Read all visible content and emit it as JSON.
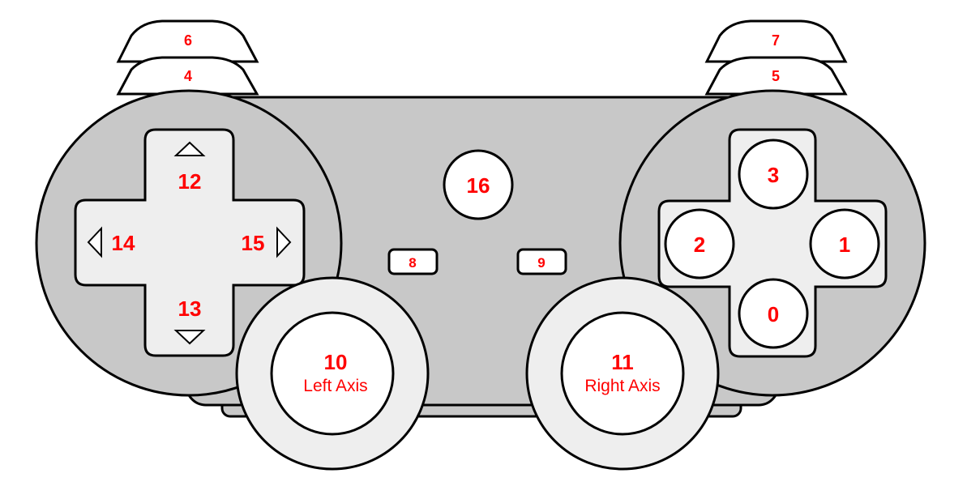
{
  "colors": {
    "body": "#c8c8c8",
    "panel": "#eeeeee",
    "button": "#ffffff",
    "outline": "#000000",
    "label": "#ff0000"
  },
  "shoulders": {
    "b6": "6",
    "b4": "4",
    "b7": "7",
    "b5": "5"
  },
  "dpad": {
    "up": "12",
    "down": "13",
    "left": "14",
    "right": "15"
  },
  "face": {
    "top": "3",
    "left": "2",
    "right": "1",
    "bottom": "0"
  },
  "center": {
    "home": "16",
    "select": "8",
    "start": "9"
  },
  "sticks": {
    "left": {
      "number": "10",
      "label": "Left Axis"
    },
    "right": {
      "number": "11",
      "label": "Right Axis"
    }
  }
}
